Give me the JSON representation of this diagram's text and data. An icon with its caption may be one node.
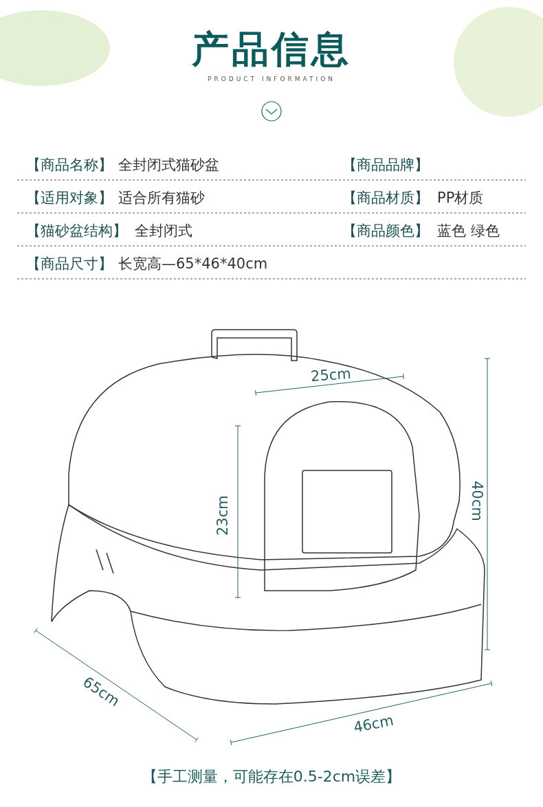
{
  "diagram": {
    "title": "产品信息",
    "labels": [
      "PRODUCT INFORMATION",
      "【商品名称】",
      "全封闭式猫砂盆",
      "【商品品牌】",
      "【适用对象】",
      "适合所有猫砂",
      "【商品材质】",
      "PP材质",
      "【猫砂盆结构】",
      "全封闭式",
      "【商品颜色】",
      "蓝色 绿色",
      "【商品尺寸】",
      "长宽高—65*46*40cm",
      "25cm",
      "23cm",
      "40cm",
      "65cm",
      "46cm",
      "【手工测量，可能存在0.5-2cm误差】"
    ]
  }
}
